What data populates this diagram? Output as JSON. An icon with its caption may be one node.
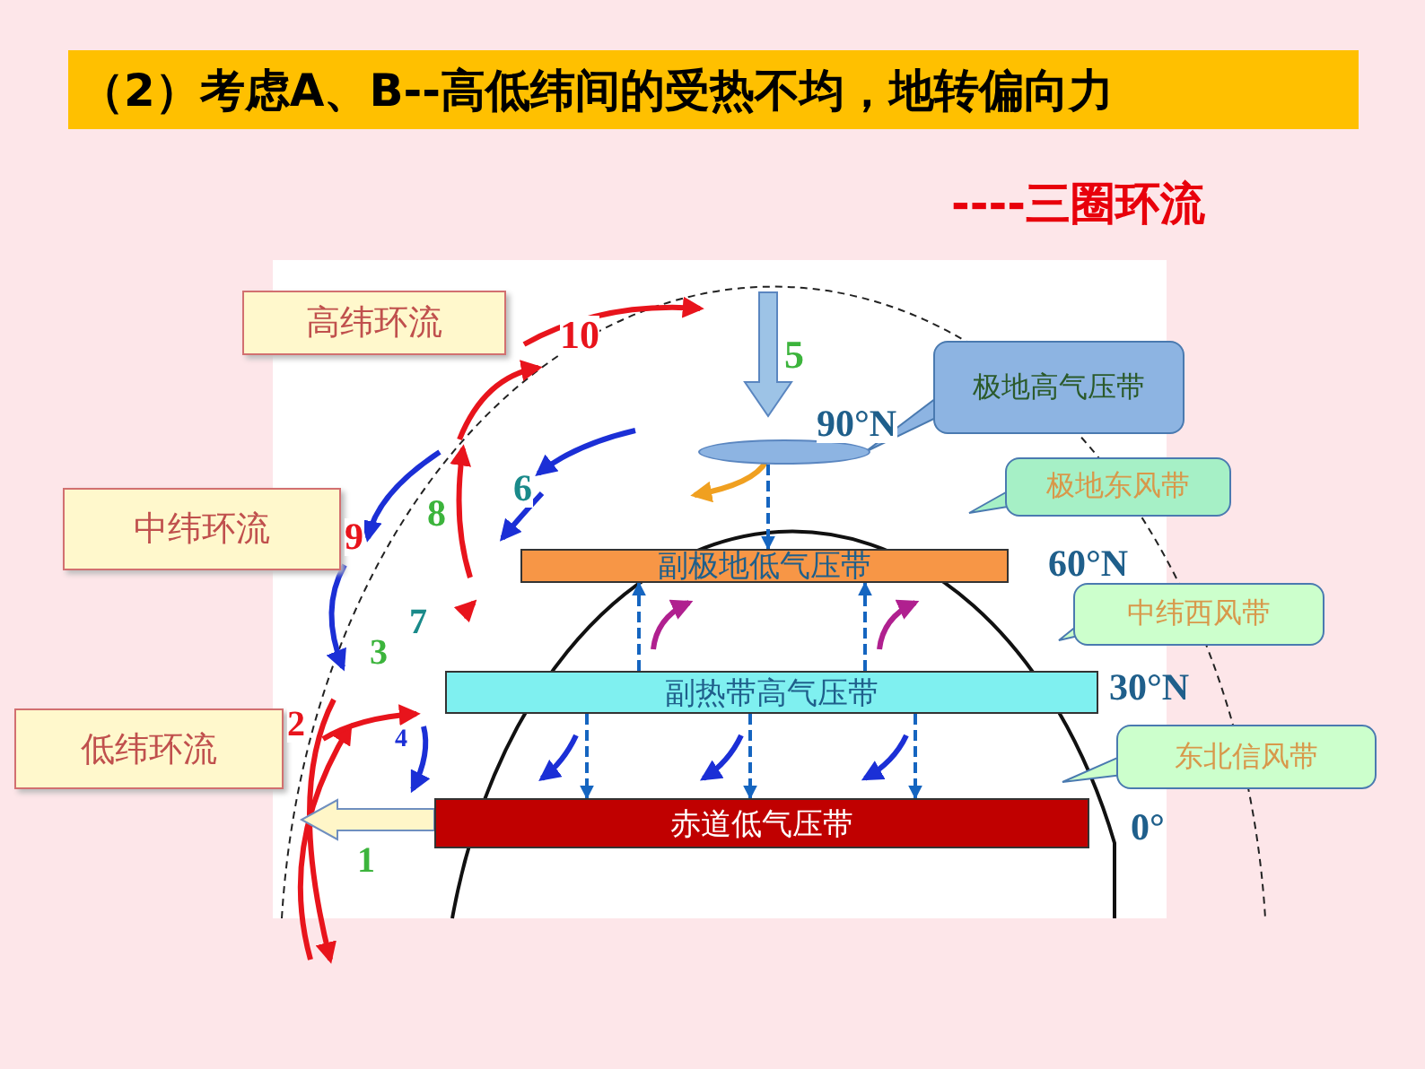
{
  "diagram": {
    "title": "（2）考虑A、B--高低纬间的受热不均，地转偏向力",
    "caption": "----三圈环流",
    "nodes": [
      {
        "text": [
          "高纬环流"
        ]
      },
      {
        "text": [
          "中纬环流"
        ]
      },
      {
        "text": [
          "低纬环流"
        ]
      },
      {
        "text": [
          "极地高气压带"
        ]
      },
      {
        "text": [
          "极地东风带"
        ]
      },
      {
        "text": [
          "中纬西风带"
        ]
      },
      {
        "text": [
          "东北信风带"
        ]
      },
      {
        "text": [
          "副极地低气压带"
        ]
      },
      {
        "text": [
          "副热带高气压带"
        ]
      },
      {
        "text": [
          "赤道低气压带"
        ]
      },
      {
        "text": [],
        "shape": "ellipse"
      }
    ],
    "edges": [
      {
        "from": 10,
        "to": 7,
        "arrow": "to",
        "style": "dashed"
      },
      {
        "from": 8,
        "to": 7,
        "arrow": "to",
        "style": "dashed"
      },
      {
        "from": 8,
        "to": 7,
        "arrow": "to",
        "style": "dashed"
      },
      {
        "from": 8,
        "to": 9,
        "arrow": "to",
        "style": "dashed"
      },
      {
        "from": 8,
        "to": 9,
        "arrow": "to",
        "style": "dashed"
      },
      {
        "from": 8,
        "to": 9,
        "arrow": "to",
        "style": "dashed"
      },
      {
        "from": 9,
        "to": null,
        "arrow": "to",
        "style": "thick",
        "color": "#fff6c8"
      }
    ],
    "labels": [
      "10",
      "5",
      "90°N",
      "6",
      "8",
      "9",
      "60°N",
      "7",
      "3",
      "30°N",
      "2",
      "4",
      "0°",
      "1"
    ]
  }
}
